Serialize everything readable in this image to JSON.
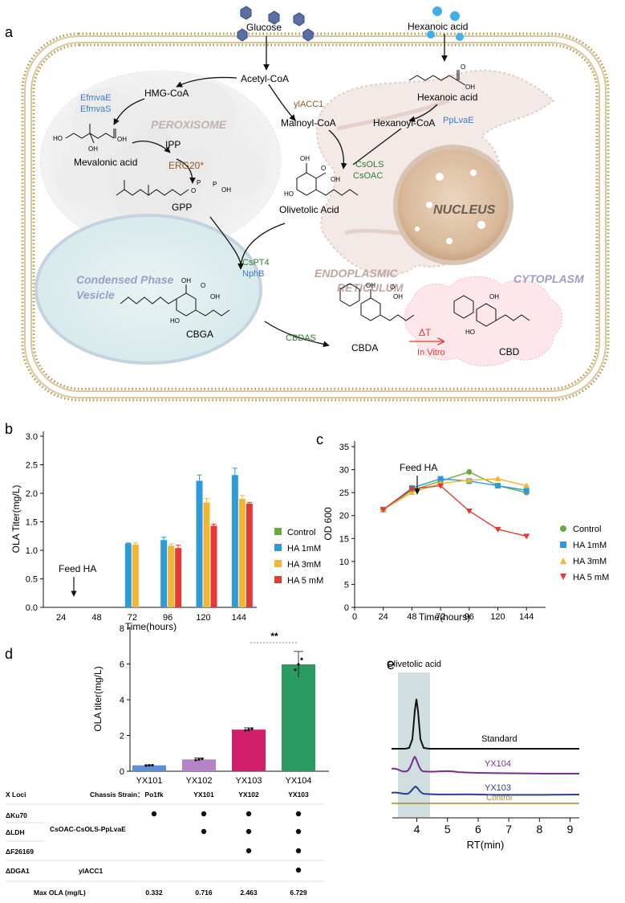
{
  "panel_labels": {
    "a": "a",
    "b": "b",
    "c": "c",
    "d": "d",
    "e": "e"
  },
  "pathway": {
    "glucose": "Glucose",
    "hexanoic_acid_in": "Hexanoic acid",
    "acetyl_coa": "Acetyl-CoA",
    "hmg_coa": "HMG-CoA",
    "efmvae": "EfmvaE",
    "efmvas": "EfmvaS",
    "peroxisome": "PEROXISOME",
    "mevalonic_acid": "Mevalonic acid",
    "ipp": "IPP",
    "erg20": "ERG20*",
    "gpp": "GPP",
    "ylacc1": "ylACC1",
    "malnoyl_coa": "Malnoyl-CoA",
    "hexanoic_acid": "Hexanoic acid",
    "pplvae": "PpLvaE",
    "hexanoyl_coa": "Hexanoyl-CoA",
    "csols": "CsOLS",
    "csoac": "CsOAC",
    "nucleus": "NUCLEUS",
    "olivetolic_acid": "Olivetolic Acid",
    "er1": "ENDOPLASMIC",
    "er2": "RETICULUM",
    "cytoplasm": "CYTOPLASM",
    "vesicle1": "Condensed Phase",
    "vesicle2": "Vesicle",
    "cspt4": "CsPT4",
    "nphb": "NphB",
    "cbga": "CBGA",
    "cbdas": "CBDAS",
    "cbda": "CBDA",
    "delta_t": "ΔT",
    "in_vitro": "In Vitro",
    "cbd": "CBD",
    "oh": "OH",
    "ho": "HO",
    "o": "O",
    "p": "P"
  },
  "colors": {
    "blue_enzyme": "#3b7dc4",
    "brown_enzyme": "#8a5a1e",
    "green_enzyme": "#2e7d32",
    "red": "#e53935",
    "membrane": "#b9954a",
    "control": "#6aaa3c",
    "ha1": "#2e9ad6",
    "ha3": "#f2b632",
    "ha5": "#e53935",
    "yx101": "#5b8fd6",
    "yx102": "#b682c8",
    "yx103": "#d11f6a",
    "yx104": "#2a9a63"
  },
  "chart_b": {
    "ylabel": "OLA Titer(mg/L)",
    "xlabel": "Time(hours)",
    "annotation": "Feed HA",
    "yticks": [
      "0.0",
      "0.5",
      "1.0",
      "1.5",
      "2.0",
      "2.5",
      "3.0"
    ],
    "legend": [
      "Control",
      "HA 1mM",
      "HA 3mM",
      "HA 5 mM"
    ]
  },
  "chart_c": {
    "ylabel": "OD 600",
    "xlabel": "Time(hours)",
    "annotation": "Feed HA",
    "yticks": [
      "0",
      "5",
      "10",
      "15",
      "20",
      "25",
      "30",
      "35"
    ],
    "legend": [
      "Control",
      "HA 1mM",
      "HA 3mM",
      "HA 5 mM"
    ]
  },
  "chart_d": {
    "ylabel": "OLA titer(mg/L)",
    "significance": "**",
    "yticks": [
      "0",
      "2",
      "4",
      "6",
      "8"
    ]
  },
  "table_d": {
    "header": {
      "col0": "X Loci",
      "col1": "Chassis Strain：",
      "strains": [
        "Po1fk",
        "YX101",
        "YX102",
        "YX103"
      ]
    },
    "rows": [
      {
        "locus": "ΔKu70",
        "cassette": "",
        "dots": [
          true,
          true,
          true,
          true
        ]
      },
      {
        "locus": "ΔLDH",
        "cassette": "CsOAC-CsOLS-PpLvaE",
        "dots": [
          false,
          true,
          true,
          true
        ]
      },
      {
        "locus": "ΔF26169",
        "cassette": "",
        "dots": [
          false,
          false,
          true,
          true
        ]
      },
      {
        "locus": "ΔDGA1",
        "cassette": "ylACC1",
        "dots": [
          false,
          false,
          false,
          true
        ]
      }
    ],
    "max_label": "Max OLA (mg/L)",
    "max_values": [
      "0.332",
      "0.716",
      "2.463",
      "6.729"
    ]
  },
  "chart_e": {
    "peak_label": "Olivetolic acid",
    "xlabel": "RT(min)",
    "xticks": [
      "4",
      "5",
      "6",
      "7",
      "8",
      "9"
    ],
    "traces": [
      "Standard",
      "YX104",
      "YX103",
      "Control"
    ]
  },
  "chart_data": [
    {
      "type": "bar",
      "ylabel": "OLA Titer(mg/L)",
      "xlabel": "Time(hours)",
      "ylim": [
        0,
        3.0
      ],
      "categories": [
        "24",
        "48",
        "72",
        "96",
        "120",
        "144"
      ],
      "series": [
        {
          "name": "Control",
          "values": [
            0,
            0,
            0,
            0,
            0,
            0
          ]
        },
        {
          "name": "HA 1mM",
          "values": [
            0,
            0,
            1.12,
            1.18,
            2.22,
            2.32
          ]
        },
        {
          "name": "HA 3mM",
          "values": [
            0,
            0,
            1.1,
            1.08,
            1.84,
            1.9
          ]
        },
        {
          "name": "HA 5 mM",
          "values": [
            0,
            0,
            0,
            1.04,
            1.43,
            1.82
          ]
        }
      ],
      "errors": [
        [
          0,
          0,
          0,
          0,
          0,
          0
        ],
        [
          0,
          0,
          0.01,
          0.05,
          0.1,
          0.12
        ],
        [
          0,
          0,
          0.03,
          0.03,
          0.07,
          0.06
        ],
        [
          0,
          0,
          0,
          0.05,
          0.03,
          0.02
        ]
      ],
      "legend": "right"
    },
    {
      "type": "line",
      "ylabel": "OD 600",
      "xlabel": "Time(hours)",
      "ylim": [
        0,
        35
      ],
      "xlim": [
        0,
        160
      ],
      "x": [
        24,
        48,
        72,
        96,
        120,
        144
      ],
      "series": [
        {
          "name": "Control",
          "values": [
            21.3,
            25.5,
            27.5,
            29.5,
            26.5,
            25.0
          ]
        },
        {
          "name": "HA 1mM",
          "values": [
            21.3,
            26.0,
            28.0,
            27.5,
            26.5,
            25.5
          ]
        },
        {
          "name": "HA 3mM",
          "values": [
            21.3,
            25.0,
            27.0,
            27.7,
            28.0,
            26.5
          ]
        },
        {
          "name": "HA 5 mM",
          "values": [
            21.3,
            25.8,
            26.5,
            21.0,
            17.0,
            15.5
          ]
        }
      ],
      "legend": "right"
    },
    {
      "type": "bar",
      "ylabel": "OLA titer(mg/L)",
      "ylim": [
        0,
        8
      ],
      "categories": [
        "YX101",
        "YX102",
        "YX103",
        "YX104"
      ],
      "values": [
        0.33,
        0.66,
        2.33,
        5.98
      ],
      "errors": [
        0.02,
        0.08,
        0.1,
        0.72
      ]
    },
    {
      "type": "line",
      "xlabel": "RT(min)",
      "xlim": [
        3.2,
        9.3
      ],
      "series": [
        {
          "name": "Standard"
        },
        {
          "name": "YX104"
        },
        {
          "name": "YX103"
        },
        {
          "name": "Control"
        }
      ],
      "annotation": "Olivetolic acid"
    }
  ]
}
